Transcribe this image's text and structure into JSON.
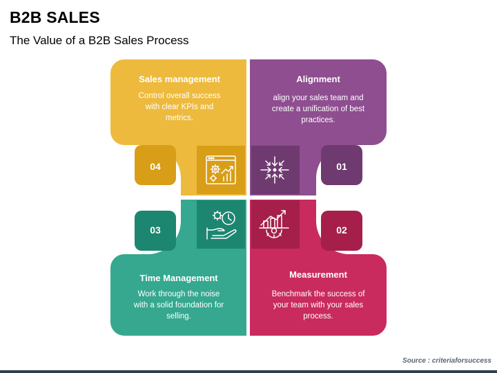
{
  "header": {
    "title": "B2B SALES",
    "subtitle": "The Value of a B2B Sales Process"
  },
  "quadrants": [
    {
      "key": "sales-management",
      "number": "04",
      "title": "Sales management",
      "description": "Control overall success with clear KPIs and metrics.",
      "color": "#EDBA3E",
      "dark_color": "#D89E18",
      "icon": "gears-chart-icon"
    },
    {
      "key": "alignment",
      "number": "01",
      "title": "Alignment",
      "description": "align your sales team and create a unification of best practices.",
      "color": "#8E4E90",
      "dark_color": "#6E3A70",
      "icon": "converge-arrows-icon"
    },
    {
      "key": "time-management",
      "number": "03",
      "title": "Time Management",
      "description": "Work through the noise with a solid foundation for selling.",
      "color": "#35A88F",
      "dark_color": "#1C8670",
      "icon": "clock-gear-hand-icon"
    },
    {
      "key": "measurement",
      "number": "02",
      "title": "Measurement",
      "description": "Benchmark the success of your team with your sales process.",
      "color": "#C92B5F",
      "dark_color": "#A51F4A",
      "icon": "growth-chart-gear-icon"
    }
  ],
  "footer": {
    "source": "Source : criteriaforsuccess"
  }
}
